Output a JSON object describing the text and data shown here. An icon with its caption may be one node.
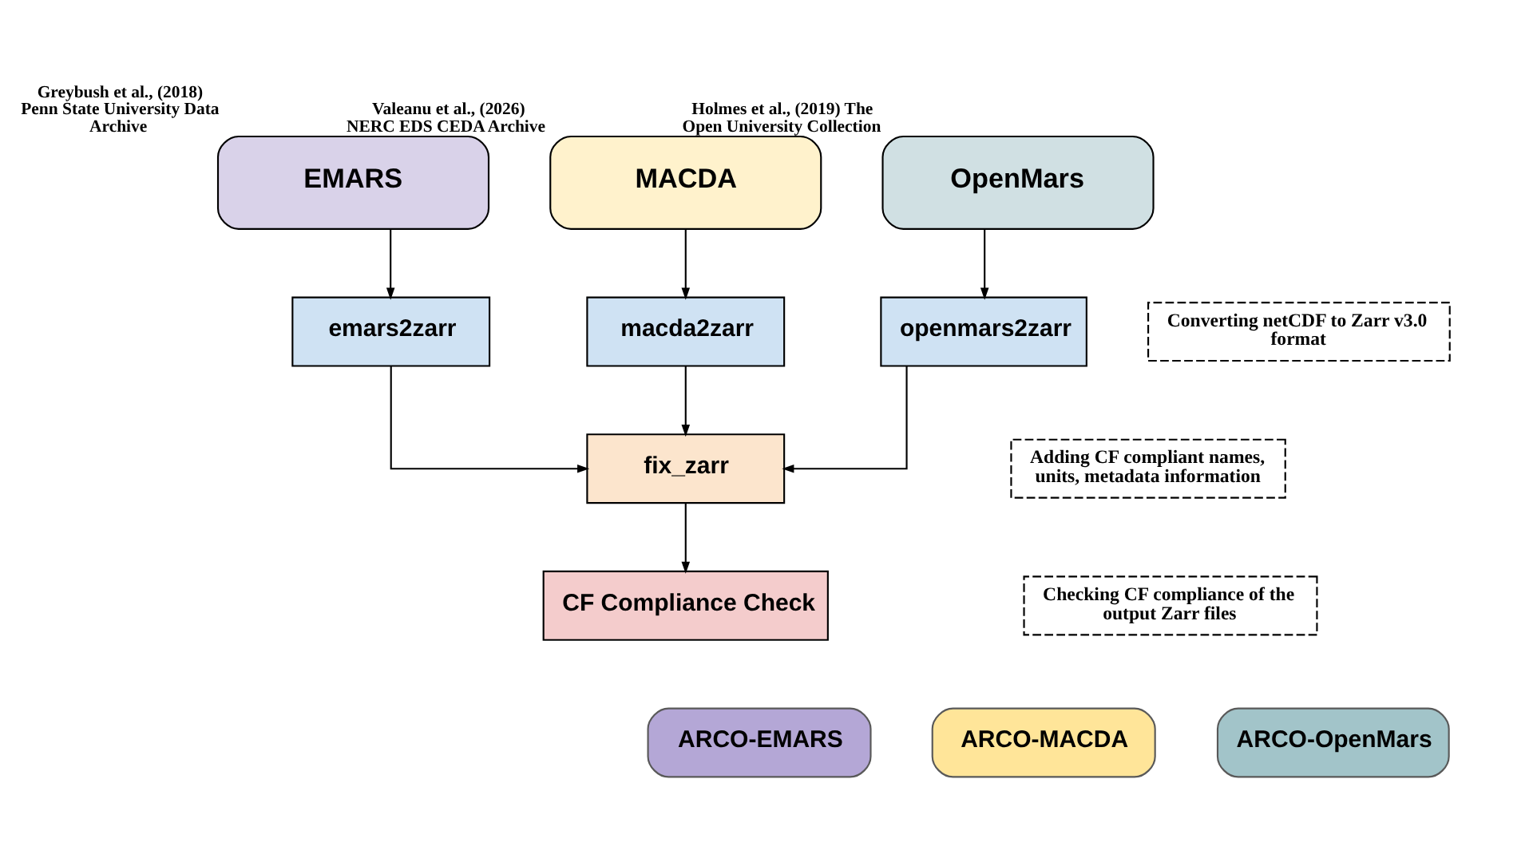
{
  "diagram": {
    "nodes": [
      {
        "text": [
          "EMARS"
        ],
        "beside": [
          "Greybush et al., (2018) Penn State University Data Archive"
        ]
      },
      {
        "text": [
          "MACDA"
        ],
        "beside": [
          "Valeanu et al., (2026) NERC EDS CEDA Archive"
        ]
      },
      {
        "text": [
          "OpenMars"
        ],
        "beside": [
          "Holmes et al., (2019) The Open University Collection"
        ]
      },
      {
        "text": [
          "emars2zarr"
        ]
      },
      {
        "text": [
          "macda2zarr"
        ]
      },
      {
        "text": [
          "openmars2zarr"
        ]
      },
      {
        "text": [
          "Converting netCDF to Zarr v3.0 format"
        ]
      },
      {
        "text": [
          "fix_zarr"
        ]
      },
      {
        "text": [
          "Adding CF compliant names, units, metadata information"
        ]
      },
      {
        "text": [
          "CF Compliance Check"
        ]
      },
      {
        "text": [
          "Checking CF compliance of the output Zarr files"
        ]
      },
      {
        "text": [
          "ARCO-EMARS"
        ]
      },
      {
        "text": [
          "ARCO-MACDA"
        ]
      },
      {
        "text": [
          "ARCO-OpenMars"
        ]
      }
    ],
    "edges": [
      {
        "from": 0,
        "to": 3,
        "arrow": "to"
      },
      {
        "from": 1,
        "to": 4,
        "arrow": "to"
      },
      {
        "from": 2,
        "to": 5,
        "arrow": "to"
      },
      {
        "from": 3,
        "to": 7,
        "arrow": "to"
      },
      {
        "from": 4,
        "to": 7,
        "arrow": "to"
      },
      {
        "from": 5,
        "to": 7,
        "arrow": "to"
      },
      {
        "from": 7,
        "to": 9,
        "arrow": "to"
      }
    ]
  }
}
